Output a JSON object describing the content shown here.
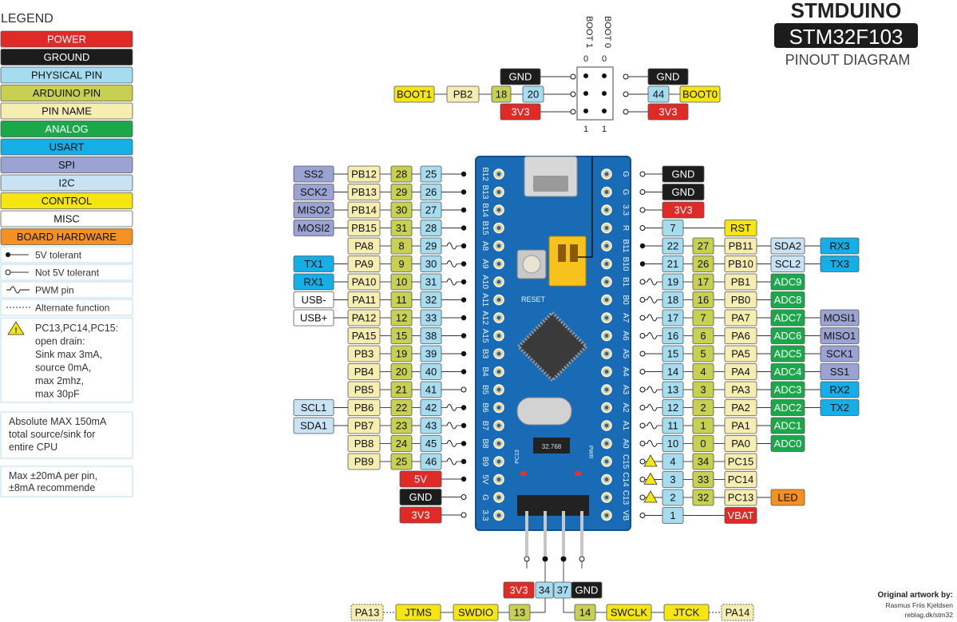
{
  "title": {
    "line1": "STMDUINO",
    "line2": "STM32F103",
    "line3": "PINOUT DIAGRAM"
  },
  "colors": {
    "power": "#e02a27",
    "ground": "#1c1c1c",
    "physical": "#a6dcf0",
    "arduino": "#c8d052",
    "pinname": "#f6eeb0",
    "analog": "#1ba84a",
    "usart": "#15aee6",
    "spi": "#9ba3d3",
    "i2c": "#c9e3f4",
    "control": "#f5e613",
    "misc": "#ffffff",
    "board": "#f49121",
    "pcb": "#1a6bb5",
    "pcbdark": "#0f4f8f"
  },
  "legend": {
    "heading": "LEGEND",
    "items": [
      {
        "label": "POWER",
        "color": "power"
      },
      {
        "label": "GROUND",
        "color": "ground"
      },
      {
        "label": "PHYSICAL PIN",
        "color": "physical"
      },
      {
        "label": "ARDUINO PIN",
        "color": "arduino"
      },
      {
        "label": "PIN NAME",
        "color": "pinname"
      },
      {
        "label": "ANALOG",
        "color": "analog"
      },
      {
        "label": "USART",
        "color": "usart"
      },
      {
        "label": "SPI",
        "color": "spi"
      },
      {
        "label": "I2C",
        "color": "i2c"
      },
      {
        "label": "CONTROL",
        "color": "control"
      },
      {
        "label": "MISC",
        "color": "misc"
      },
      {
        "label": "BOARD HARDWARE",
        "color": "board"
      }
    ],
    "symbols": [
      {
        "kind": "filled",
        "label": "5V tolerant"
      },
      {
        "kind": "open",
        "label": "Not 5V tolerant"
      },
      {
        "kind": "pwm",
        "label": "PWM pin"
      },
      {
        "kind": "dotted",
        "label": "Alternate function"
      }
    ],
    "warning": [
      "PC13,PC14,PC15:",
      "open drain:",
      "Sink max 3mA,",
      "source 0mA,",
      "max 2mhz,",
      "max 30pF"
    ],
    "note1": [
      "Absolute MAX 150mA",
      "total source/sink for",
      "entire CPU"
    ],
    "note2": [
      "Max ±20mA per pin,",
      "±8mA recommende"
    ]
  },
  "boot": {
    "boot0_label": "BOOT 0",
    "boot1_label": "BOOT 1",
    "zero_a": "0",
    "zero_b": "0",
    "one_a": "1",
    "one_b": "1",
    "left": {
      "gnd": "GND",
      "boot1": "BOOT1",
      "pin_name": "PB2",
      "arduino": "18",
      "physical": "20",
      "v33": "3V3"
    },
    "right": {
      "gnd": "GND",
      "physical": "44",
      "boot0": "BOOT0",
      "v33": "3V3"
    }
  },
  "left_header": [
    {
      "f": "SS2",
      "fc": "spi",
      "n": "PB12",
      "a": "28",
      "p": "25",
      "t": "filled"
    },
    {
      "f": "SCK2",
      "fc": "spi",
      "n": "PB13",
      "a": "29",
      "p": "26",
      "t": "filled"
    },
    {
      "f": "MISO2",
      "fc": "spi",
      "n": "PB14",
      "a": "30",
      "p": "27",
      "t": "filled"
    },
    {
      "f": "MOSI2",
      "fc": "spi",
      "n": "PB15",
      "a": "31",
      "p": "28",
      "t": "filled"
    },
    {
      "f": "",
      "fc": "",
      "n": "PA8",
      "a": "8",
      "p": "29",
      "t": "pwm"
    },
    {
      "f": "TX1",
      "fc": "usart",
      "n": "PA9",
      "a": "9",
      "p": "30",
      "t": "pwm"
    },
    {
      "f": "RX1",
      "fc": "usart",
      "n": "PA10",
      "a": "10",
      "p": "31",
      "t": "pwm"
    },
    {
      "f": "USB-",
      "fc": "misc",
      "n": "PA11",
      "a": "11",
      "p": "32",
      "t": "filled"
    },
    {
      "f": "USB+",
      "fc": "misc",
      "n": "PA12",
      "a": "12",
      "p": "33",
      "t": "filled"
    },
    {
      "f": "",
      "fc": "",
      "n": "PA15",
      "a": "15",
      "p": "38",
      "t": "filled"
    },
    {
      "f": "",
      "fc": "",
      "n": "PB3",
      "a": "19",
      "p": "39",
      "t": "filled"
    },
    {
      "f": "",
      "fc": "",
      "n": "PB4",
      "a": "20",
      "p": "40",
      "t": "filled"
    },
    {
      "f": "",
      "fc": "",
      "n": "PB5",
      "a": "21",
      "p": "41",
      "t": "open"
    },
    {
      "f": "SCL1",
      "fc": "i2c",
      "n": "PB6",
      "a": "22",
      "p": "42",
      "t": "pwm"
    },
    {
      "f": "SDA1",
      "fc": "i2c",
      "n": "PB7",
      "a": "23",
      "p": "43",
      "t": "pwm"
    },
    {
      "f": "",
      "fc": "",
      "n": "PB8",
      "a": "24",
      "p": "45",
      "t": "pwm"
    },
    {
      "f": "",
      "fc": "",
      "n": "PB9",
      "a": "25",
      "p": "46",
      "t": "pwm"
    }
  ],
  "left_power": [
    {
      "label": "5V",
      "color": "power",
      "t": "filled"
    },
    {
      "label": "GND",
      "color": "ground",
      "t": "open"
    },
    {
      "label": "3V3",
      "color": "power",
      "t": "open"
    }
  ],
  "right_header": [
    {
      "p": "",
      "a": "",
      "n": "",
      "f": "",
      "fc": "",
      "power": "GND",
      "pc": "ground",
      "t": "open"
    },
    {
      "p": "",
      "a": "",
      "n": "",
      "f": "",
      "fc": "",
      "power": "GND",
      "pc": "ground",
      "t": "open"
    },
    {
      "p": "",
      "a": "",
      "n": "",
      "f": "",
      "fc": "",
      "power": "3V3",
      "pc": "power",
      "t": "open"
    },
    {
      "p": "7",
      "a": "",
      "n": "RST",
      "nc": "control",
      "f": "",
      "fc": "",
      "t": "open"
    },
    {
      "p": "22",
      "a": "27",
      "n": "PB11",
      "f": "SDA2",
      "fc": "i2c",
      "g": "RX3",
      "gc": "usart",
      "t": "filled"
    },
    {
      "p": "21",
      "a": "26",
      "n": "PB10",
      "f": "SCL2",
      "fc": "i2c",
      "g": "TX3",
      "gc": "usart",
      "t": "filled"
    },
    {
      "p": "19",
      "a": "17",
      "n": "PB1",
      "f": "ADC9",
      "fc": "analog",
      "t": "pwm"
    },
    {
      "p": "18",
      "a": "16",
      "n": "PB0",
      "f": "ADC8",
      "fc": "analog",
      "t": "pwm"
    },
    {
      "p": "17",
      "a": "7",
      "n": "PA7",
      "f": "ADC7",
      "fc": "analog",
      "g": "MOSI1",
      "gc": "spi",
      "t": "pwm"
    },
    {
      "p": "16",
      "a": "6",
      "n": "PA6",
      "f": "ADC6",
      "fc": "analog",
      "g": "MISO1",
      "gc": "spi",
      "t": "pwm"
    },
    {
      "p": "15",
      "a": "5",
      "n": "PA5",
      "f": "ADC5",
      "fc": "analog",
      "g": "SCK1",
      "gc": "spi",
      "t": "open"
    },
    {
      "p": "14",
      "a": "4",
      "n": "PA4",
      "f": "ADC4",
      "fc": "analog",
      "g": "SS1",
      "gc": "spi",
      "t": "open"
    },
    {
      "p": "13",
      "a": "3",
      "n": "PA3",
      "f": "ADC3",
      "fc": "analog",
      "g": "RX2",
      "gc": "usart",
      "t": "pwm"
    },
    {
      "p": "12",
      "a": "2",
      "n": "PA2",
      "f": "ADC2",
      "fc": "analog",
      "g": "TX2",
      "gc": "usart",
      "t": "pwm"
    },
    {
      "p": "11",
      "a": "1",
      "n": "PA1",
      "f": "ADC1",
      "fc": "analog",
      "t": "pwm"
    },
    {
      "p": "10",
      "a": "0",
      "n": "PA0",
      "f": "ADC0",
      "fc": "analog",
      "t": "pwm"
    },
    {
      "p": "4",
      "a": "34",
      "n": "PC15",
      "f": "",
      "fc": "",
      "t": "warn"
    },
    {
      "p": "3",
      "a": "33",
      "n": "PC14",
      "f": "",
      "fc": "",
      "t": "warn"
    },
    {
      "p": "2",
      "a": "32",
      "n": "PC13",
      "f": "LED",
      "fc": "board",
      "t": "warn"
    },
    {
      "p": "1",
      "a": "",
      "n": "",
      "power": "VBAT",
      "pc": "power",
      "t": "open"
    }
  ],
  "board_labels": {
    "left_silk": [
      "B12",
      "B13",
      "B14",
      "B15",
      "A8",
      "A9",
      "A10",
      "A11",
      "A12",
      "A15",
      "B3",
      "B4",
      "B5",
      "B6",
      "B7",
      "B8",
      "B9",
      "5V",
      "G",
      "3.3"
    ],
    "right_silk": [
      "G",
      "G",
      "3.3",
      "R",
      "B11",
      "B10",
      "B1",
      "B0",
      "A7",
      "A6",
      "A5",
      "A4",
      "A3",
      "A2",
      "A1",
      "A0",
      "C15",
      "C14",
      "C13",
      "VB"
    ],
    "reset": "RESET",
    "crystal": "32.768",
    "pc13": "PC13",
    "pwr": "PWR"
  },
  "swd": {
    "v33": "3V3",
    "p34": "34",
    "p37": "37",
    "gnd": "GND",
    "left": {
      "alt": "PA13",
      "jtms": "JTMS",
      "swdio": "SWDIO",
      "p13": "13"
    },
    "right": {
      "p14": "14",
      "swclk": "SWCLK",
      "jtck": "JTCK",
      "alt": "PA14"
    }
  },
  "credit": {
    "line1": "Original artwork by:",
    "line2": "Rasmus Friis Kjeldsen",
    "line3": "reblag.dk/stm32"
  }
}
